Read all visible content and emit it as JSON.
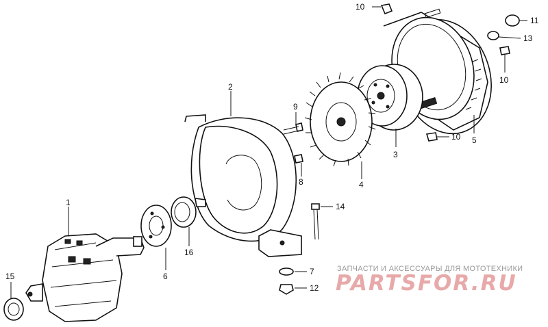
{
  "callouts": [
    {
      "id": "1",
      "text": "1"
    },
    {
      "id": "2",
      "text": "2"
    },
    {
      "id": "3",
      "text": "3"
    },
    {
      "id": "4",
      "text": "4"
    },
    {
      "id": "5",
      "text": "5"
    },
    {
      "id": "6",
      "text": "6"
    },
    {
      "id": "7",
      "text": "7"
    },
    {
      "id": "8",
      "text": "8"
    },
    {
      "id": "9",
      "text": "9"
    },
    {
      "id": "10a",
      "text": "10"
    },
    {
      "id": "10b",
      "text": "10"
    },
    {
      "id": "10c",
      "text": "10"
    },
    {
      "id": "11",
      "text": "11"
    },
    {
      "id": "12",
      "text": "12"
    },
    {
      "id": "13",
      "text": "13"
    },
    {
      "id": "14",
      "text": "14"
    },
    {
      "id": "15",
      "text": "15"
    },
    {
      "id": "16",
      "text": "16"
    }
  ],
  "watermark": {
    "subtitle": "ЗАПЧАСТИ И АКСЕССУАРЫ ДЛЯ МОТОТЕХНИКИ",
    "logo": "PARTSFOR.RU",
    "logo_color": "#e7a9a9",
    "subtitle_color": "#9a9a9a"
  }
}
